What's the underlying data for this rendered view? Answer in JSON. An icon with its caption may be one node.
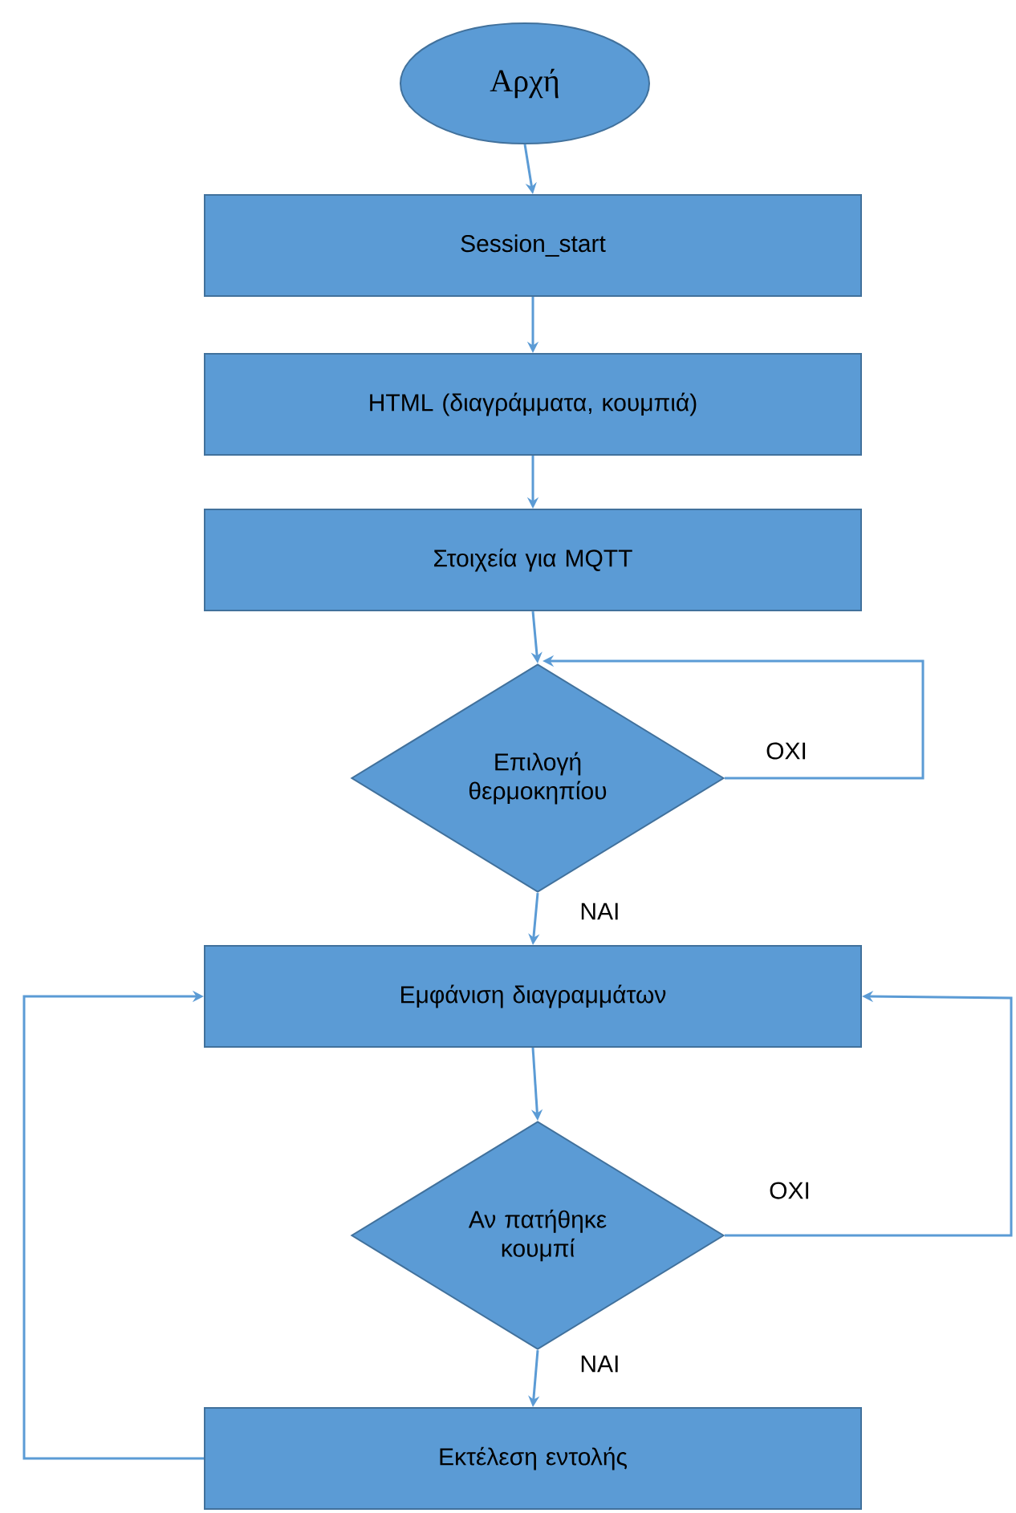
{
  "diagram": {
    "nodes": [
      {
        "text": [
          "Αρχή"
        ]
      },
      {
        "text": [
          "Session_start"
        ]
      },
      {
        "text": [
          "HTML (διαγράμματα, κουμπιά)"
        ]
      },
      {
        "text": [
          "Στοιχεία για MQTT"
        ]
      },
      {
        "text": [
          "Επιλογή θερμοκηπίου"
        ]
      },
      {
        "text": [
          "Εμφάνιση διαγραμμάτων"
        ]
      },
      {
        "text": [
          "Αν πατήθηκε κουμπί"
        ]
      },
      {
        "text": [
          "Εκτέλεση εντολής"
        ]
      }
    ],
    "edges": [
      {
        "from": 0,
        "to": 1,
        "arrow": "to"
      },
      {
        "from": 1,
        "to": 2,
        "arrow": "to"
      },
      {
        "from": 2,
        "to": 3,
        "arrow": "to"
      },
      {
        "from": 3,
        "to": 4,
        "arrow": "to"
      },
      {
        "from": 4,
        "to": 4,
        "arrow": "to",
        "label": "ΟΧΙ"
      },
      {
        "from": 4,
        "to": 5,
        "arrow": "to",
        "label": "ΝΑΙ"
      },
      {
        "from": 5,
        "to": 6,
        "arrow": "to"
      },
      {
        "from": 6,
        "to": 5,
        "arrow": "to",
        "label": "ΟΧΙ"
      },
      {
        "from": 6,
        "to": 7,
        "arrow": "to",
        "label": "ΝΑΙ"
      },
      {
        "from": 7,
        "to": 5,
        "arrow": "to"
      }
    ]
  }
}
